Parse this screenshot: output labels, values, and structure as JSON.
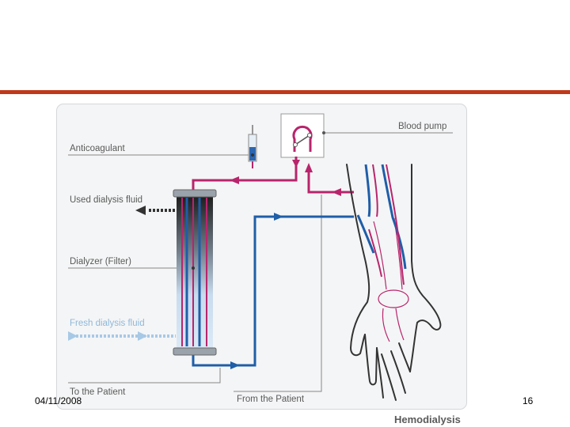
{
  "diagram": {
    "labels": {
      "anticoagulant": "Anticoagulant",
      "blood_pump": "Blood pump",
      "used_fluid": "Used dialysis fluid",
      "dialyzer": "Dialyzer (Filter)",
      "fresh_fluid": "Fresh dialysis fluid",
      "to_patient": "To the Patient",
      "from_patient": "From the Patient",
      "title": "Hemodialysis"
    },
    "colors": {
      "arterial": "#b8256c",
      "venous": "#1f5ea8",
      "fresh_fluid": "#a7c9e6",
      "used_fluid": "#333333",
      "accent_rule": "#c0391b"
    }
  },
  "footer": {
    "date": "04/11/2008",
    "page": "16"
  }
}
